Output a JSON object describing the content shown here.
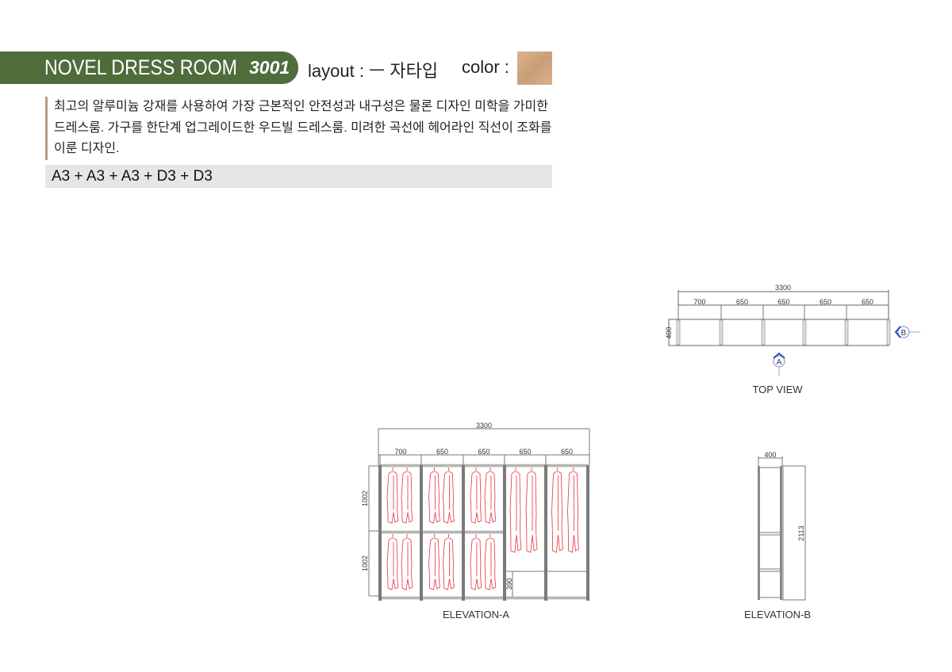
{
  "header": {
    "title": "NOVEL DRESS ROOM",
    "model": "3001",
    "layout_label": "layout : ㅡ 자타입",
    "color_label": "color :",
    "color_swatch": "#d4ab85"
  },
  "description": "최고의 알루미늄 강재를 사용하여 가장 근본적인 안전성과 내구성은 물론 디자인 미학을 가미한 드레스룸. 가구를 한단계 업그레이드한 우드빌 드레스룸. 미려한 곡선에 헤어라인 직선이 조화를 이룬 디자인.",
  "combination": "A3 + A3 + A3 + D3 + D3",
  "top_view": {
    "label": "TOP VIEW",
    "total": "3300",
    "widths": [
      "700",
      "650",
      "650",
      "650",
      "650"
    ],
    "depth": "400",
    "marker_a": "A",
    "marker_b": "B"
  },
  "elevation_a": {
    "label": "ELEVATION-A",
    "total": "3300",
    "widths": [
      "700",
      "650",
      "650",
      "650",
      "650"
    ],
    "heights": [
      "1002",
      "1002"
    ],
    "drawer_height": "390"
  },
  "elevation_b": {
    "label": "ELEVATION-B",
    "depth": "400",
    "height": "2113"
  },
  "colors": {
    "banner": "#4f6c3b",
    "garment": "#e8303a",
    "post": "#7a7a7a"
  }
}
